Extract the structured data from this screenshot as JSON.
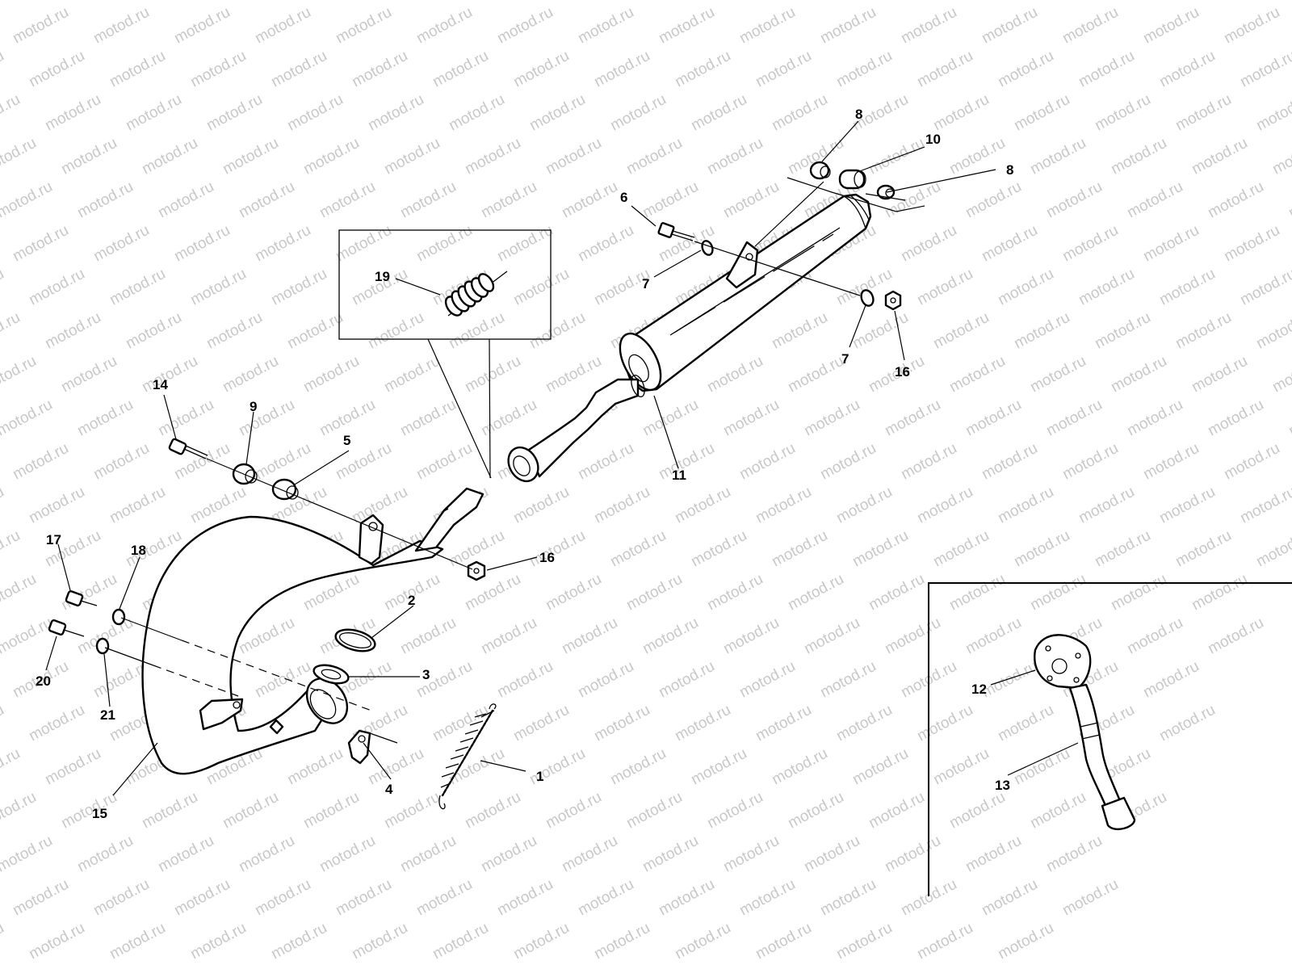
{
  "watermark": {
    "text": "motod.ru",
    "color": "#c8c8c8"
  },
  "diagram": {
    "type": "exploded-parts-diagram",
    "subject": "exhaust system",
    "callouts": [
      {
        "id": "c1",
        "label": "1"
      },
      {
        "id": "c2",
        "label": "2"
      },
      {
        "id": "c3",
        "label": "3"
      },
      {
        "id": "c4",
        "label": "4"
      },
      {
        "id": "c5",
        "label": "5"
      },
      {
        "id": "c6",
        "label": "6"
      },
      {
        "id": "c7a",
        "label": "7"
      },
      {
        "id": "c7b",
        "label": "7"
      },
      {
        "id": "c8a",
        "label": "8"
      },
      {
        "id": "c8b",
        "label": "8"
      },
      {
        "id": "c9",
        "label": "9"
      },
      {
        "id": "c10",
        "label": "10"
      },
      {
        "id": "c11",
        "label": "11"
      },
      {
        "id": "c12",
        "label": "12"
      },
      {
        "id": "c13",
        "label": "13"
      },
      {
        "id": "c14",
        "label": "14"
      },
      {
        "id": "c15",
        "label": "15"
      },
      {
        "id": "c16a",
        "label": "16"
      },
      {
        "id": "c16b",
        "label": "16"
      },
      {
        "id": "c17",
        "label": "17"
      },
      {
        "id": "c18",
        "label": "18"
      },
      {
        "id": "c19",
        "label": "19"
      },
      {
        "id": "c20",
        "label": "20"
      },
      {
        "id": "c21",
        "label": "21"
      }
    ]
  }
}
